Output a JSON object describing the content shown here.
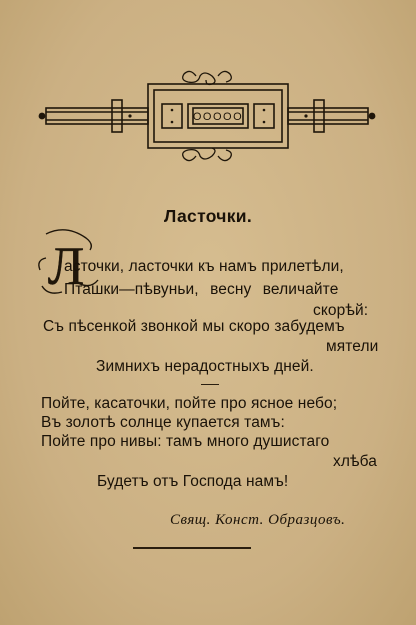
{
  "poem": {
    "title": "Ласточки.",
    "drop_cap": "Л",
    "stanza1": [
      "асточки, ласточки къ намъ прилетѣли,",
      "Пташки—пѣвуньи, весну величайте",
      "скорѣй:",
      "Съ пѣсенкой звонкой мы скоро забудемъ",
      "мятели",
      "Зимнихъ нерадостныхъ дней."
    ],
    "divider": "—",
    "stanza2": [
      "Пойте, касаточки, пойте про ясное небо;",
      "Въ золотѣ солнце купается тамъ:",
      "Пойте про нивы: тамъ много душистаго",
      "хлѣба",
      "Будетъ отъ Господа намъ!"
    ],
    "signature": "Свящ.  Конст.  Образцовъ."
  },
  "ornament": {
    "center_label": "OOOOO"
  }
}
